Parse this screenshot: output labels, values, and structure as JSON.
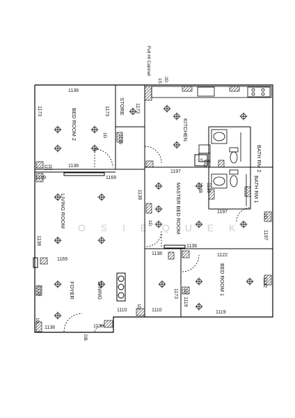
{
  "rooms": {
    "bedroom2": "BED ROOM 2",
    "store": "STORE",
    "kitchen": "KITCHEN",
    "bath2": "BATH RM 2",
    "bath1": "BATH RM 1",
    "master": "MASTER BED ROOM",
    "living": "LIVING ROOM",
    "foyer": "FOYER",
    "dining": "DINING",
    "bedroom1": "BED ROOM 1"
  },
  "labels": {
    "cabinet": "Full Ht Cabinet",
    "d2": "2D",
    "s1": "1S",
    "s1b": "1S",
    "db": "DB",
    "watermark": "O S I E Q U E K",
    "doors": [
      "1D",
      "1D",
      "1D",
      "1D",
      "1D",
      "1D",
      "1D",
      "2D"
    ]
  },
  "dims": {
    "d1138a": "1138",
    "d1173a": "1173",
    "d1173b": "1173",
    "d1173c": "1173",
    "d1138b": "1138",
    "d1138c": "1138",
    "d1169a": "1169",
    "d1169b": "1169",
    "d1197a": "1197",
    "d1138d": "1138",
    "d1138e": "1138",
    "d1138f": "1138",
    "d1197b": "1197",
    "d1197c": "1197",
    "d1138g": "1138",
    "d1138h": "1138",
    "d1122a": "1122",
    "d1122b": "1122",
    "d1169c": "1169",
    "d1138i": "1138",
    "d1173d": "1173",
    "d1119a": "1119",
    "d1119b": "1119",
    "d1110a": "1110",
    "d1110b": "1110",
    "d1138j": "1138",
    "d1138k": "1138",
    "d1138l": "1138"
  }
}
